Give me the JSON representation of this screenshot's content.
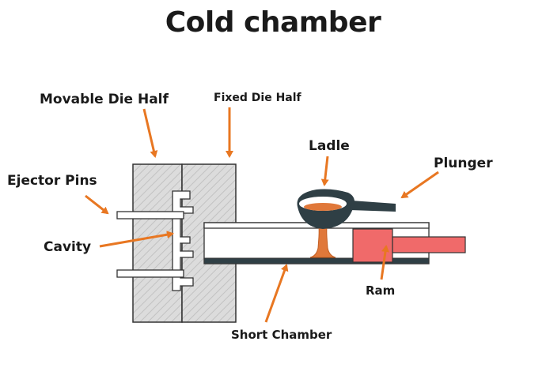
{
  "title": "Cold chamber",
  "labels": {
    "movable_die_half": "Movable Die Half",
    "fixed_die_half": "Fixed Die Half",
    "ejector_pins": "Ejector Pins",
    "cavity": "Cavity",
    "ladle": "Ladle",
    "plunger": "Plunger",
    "ram": "Ram",
    "short_chamber": "Short Chamber"
  },
  "colors": {
    "arrow": "#e87722",
    "molten_metal": "#e0783a",
    "ram": "#f06a6a",
    "die_fill": "#d9d9d9",
    "ladle": "#2f3f45",
    "outline": "#333333"
  }
}
